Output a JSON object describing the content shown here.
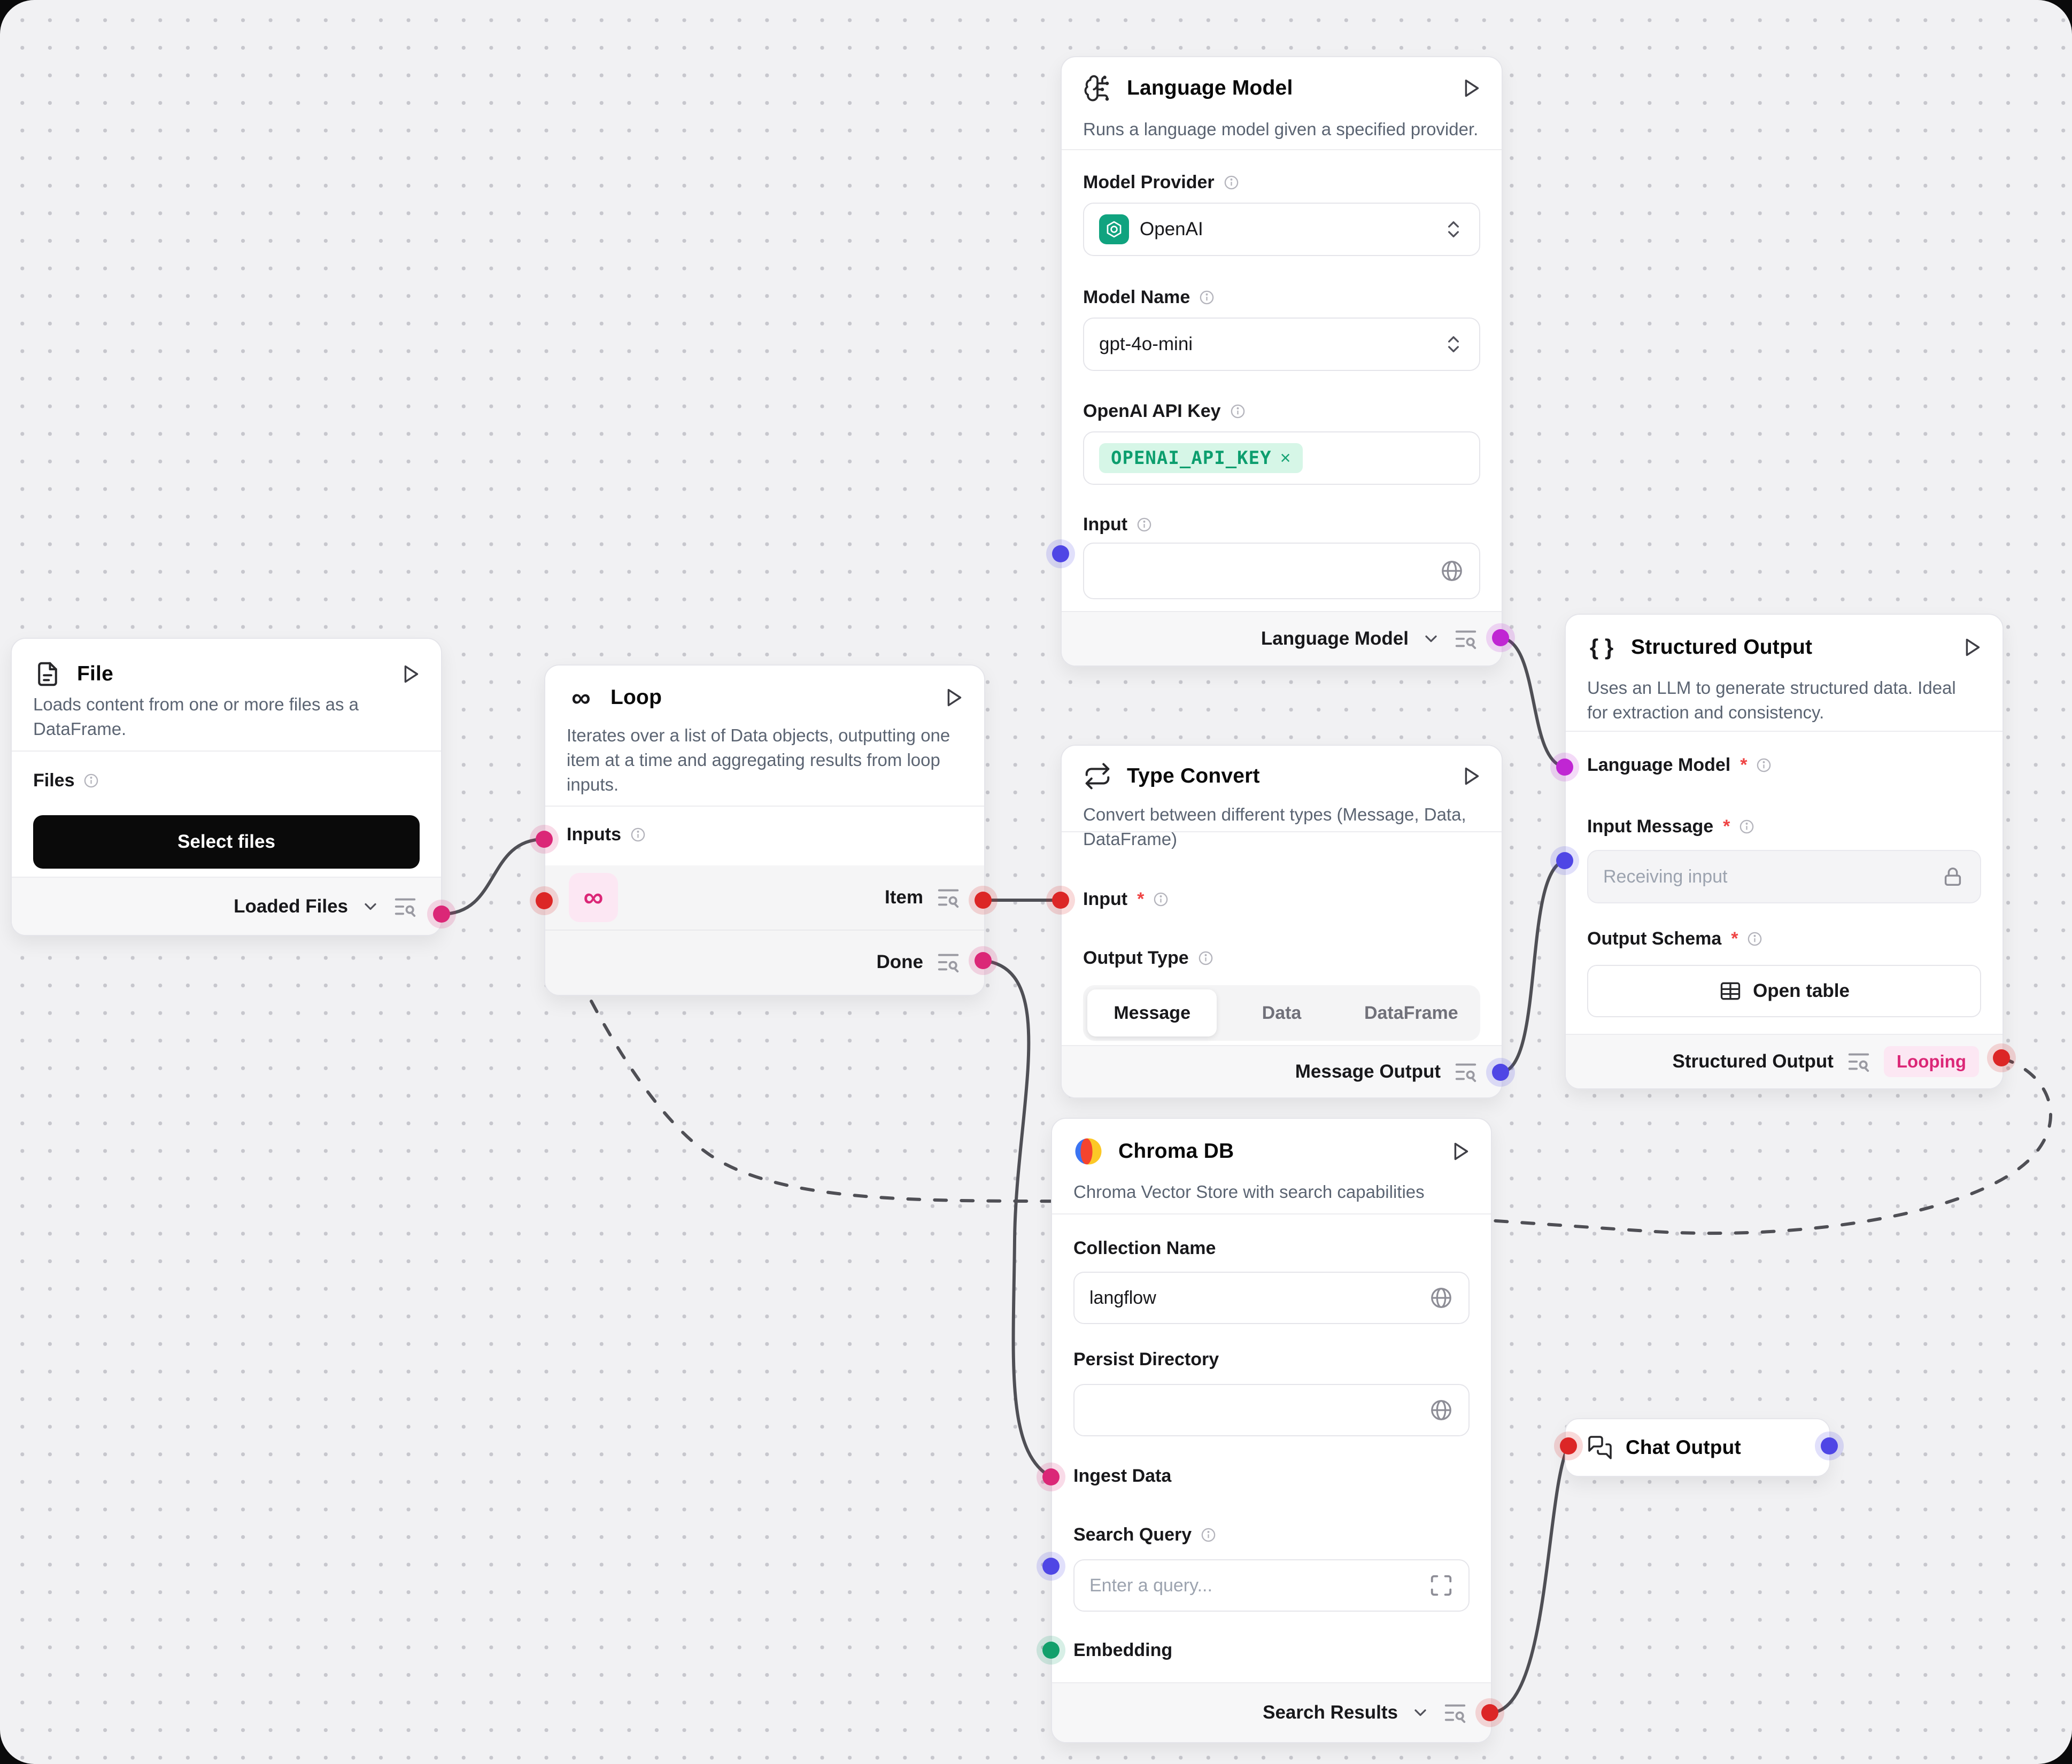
{
  "canvas": {
    "background": "#f1f1f3",
    "dot_color": "#c7c7cd"
  },
  "colors": {
    "data": "#dc2626",
    "dataframe": "#db2777",
    "message": "#4f46e5",
    "language_model": "#c026d3",
    "embeddings": "#12a06b",
    "wire": "#4f4f55",
    "api_key_chip_bg": "#d6f6e7",
    "api_key_chip_text": "#0c9e6e",
    "looping_badge_bg": "#fce7f3",
    "looping_badge_text": "#db2777",
    "openai_brand": "#10a37f"
  },
  "misc": {
    "required_marker": "*"
  },
  "nodes": {
    "file": {
      "title": "File",
      "description": "Loads content from one or more files as a DataFrame.",
      "files_label": "Files",
      "select_files_button": "Select files",
      "output_label": "Loaded Files"
    },
    "loop": {
      "title": "Loop",
      "icon_glyph": "∞",
      "description": "Iterates over a list of Data objects, outputting one item at a time and aggregating results from loop inputs.",
      "inputs_label": "Inputs",
      "item_output_label": "Item",
      "done_output_label": "Done"
    },
    "language_model": {
      "title": "Language Model",
      "description": "Runs a language model given a specified provider.",
      "model_provider_label": "Model Provider",
      "model_provider_value": "OpenAI",
      "model_name_label": "Model Name",
      "model_name_value": "gpt-4o-mini",
      "api_key_label": "OpenAI API Key",
      "api_key_value": "OPENAI_API_KEY",
      "input_label": "Input",
      "output_label": "Language Model"
    },
    "type_convert": {
      "title": "Type Convert",
      "description": "Convert between different types (Message, Data, DataFrame)",
      "input_label": "Input",
      "output_type_label": "Output Type",
      "output_type_options": [
        "Message",
        "Data",
        "DataFrame"
      ],
      "output_type_selected": "Message",
      "output_label": "Message Output"
    },
    "structured_output": {
      "title": "Structured Output",
      "icon_glyph": "{ }",
      "description": "Uses an LLM to generate structured data. Ideal for extraction and consistency.",
      "language_model_label": "Language Model",
      "input_message_label": "Input Message",
      "input_message_placeholder": "Receiving input",
      "output_schema_label": "Output Schema",
      "open_table_button": "Open table",
      "output_label": "Structured Output",
      "looping_badge": "Looping"
    },
    "chroma_db": {
      "title": "Chroma DB",
      "description": "Chroma Vector Store with search capabilities",
      "collection_name_label": "Collection Name",
      "collection_name_value": "langflow",
      "persist_directory_label": "Persist Directory",
      "ingest_data_label": "Ingest Data",
      "search_query_label": "Search Query",
      "search_query_placeholder": "Enter a query...",
      "embedding_label": "Embedding",
      "output_label": "Search Results"
    },
    "chat_output": {
      "title": "Chat Output"
    }
  }
}
